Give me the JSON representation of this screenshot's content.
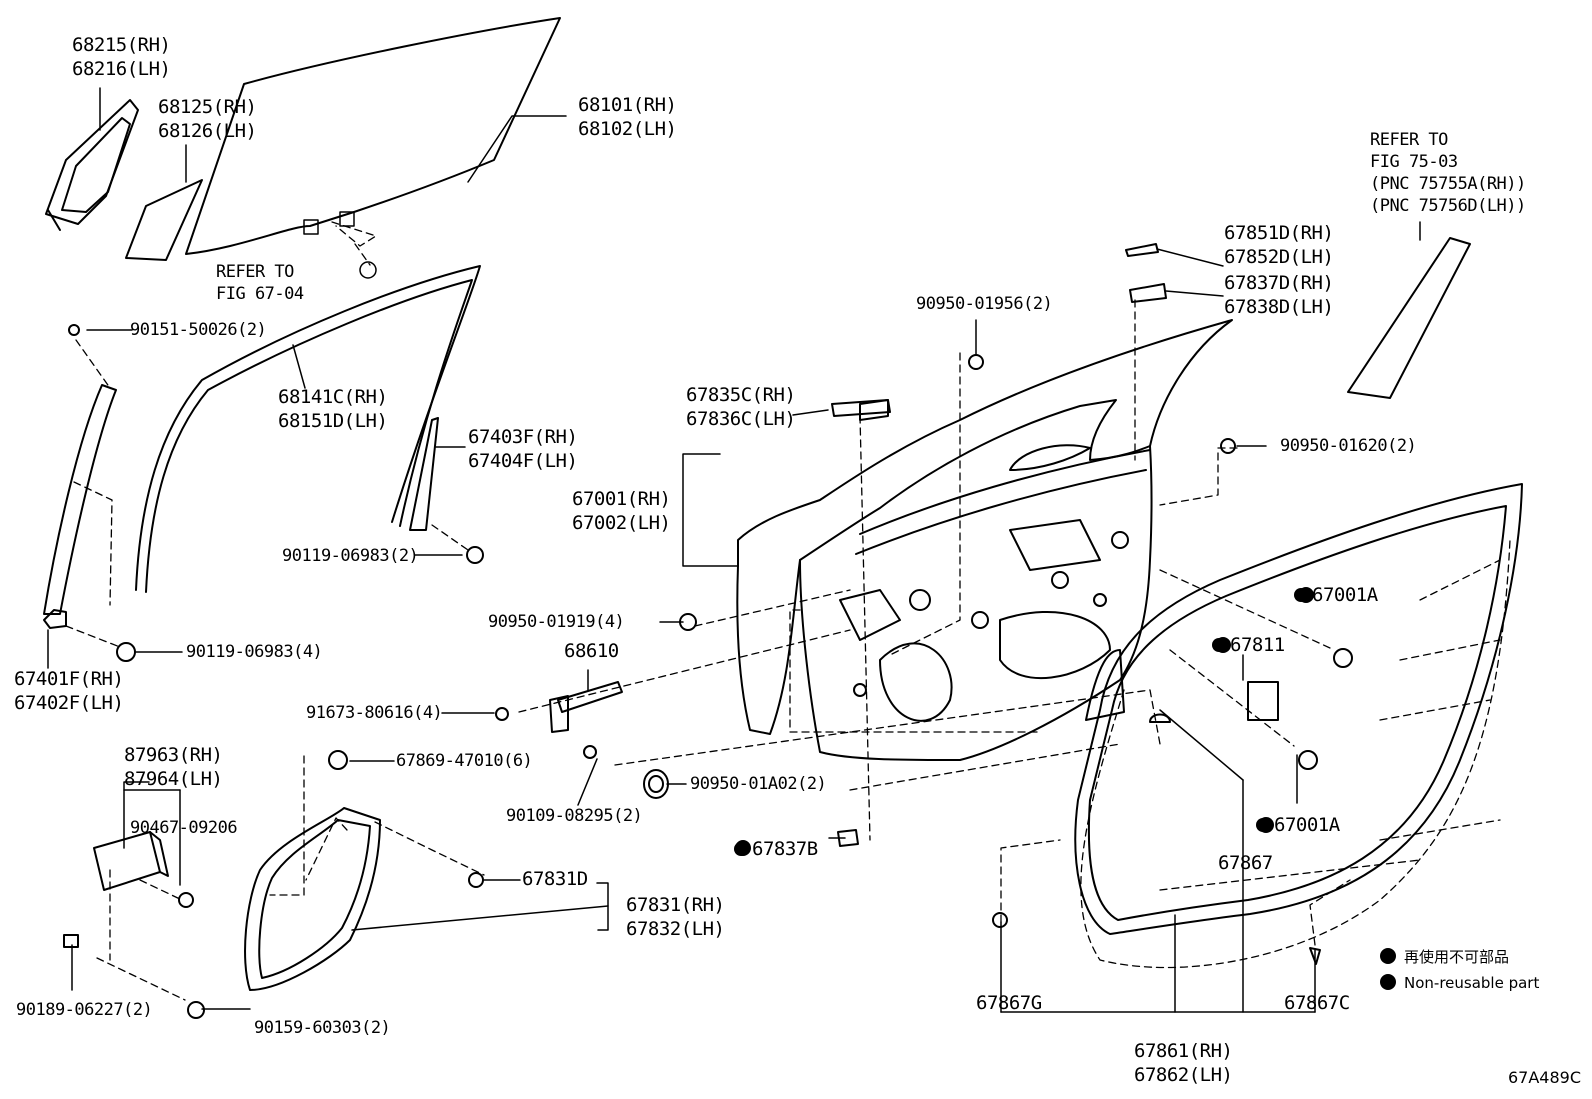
{
  "callouts": {
    "glass_rear_rh": "68215(RH)",
    "glass_rear_lh": "68216(LH)",
    "quarter_rh": "68125(RH)",
    "quarter_lh": "68126(LH)",
    "glass_rh": "68101(RH)",
    "glass_lh": "68102(LH)",
    "refer_fig_67_04_line1": "REFER TO",
    "refer_fig_67_04_line2": "FIG 67-04",
    "screw_90151": "90151-50026(2)",
    "frame_rh": "68141C(RH)",
    "frame_lh": "68151D(LH)",
    "run_rh": "67403F(RH)",
    "run_lh": "67404F(LH)",
    "bolt_90119_2": "90119-06983(2)",
    "bolt_90119_4": "90119-06983(4)",
    "channel_rh": "67401F(RH)",
    "channel_lh": "67402F(LH)",
    "plug_90950_01956": "90950-01956(2)",
    "pad_67835c": "67835C(RH)",
    "pad_67836c": "67836C(LH)",
    "panel_rh": "67001(RH)",
    "panel_lh": "67002(LH)",
    "plug_90950_01919": "90950-01919(4)",
    "check_68610": "68610",
    "bolt_91673": "91673-80616(4)",
    "clip_67869": "67869-47010(6)",
    "bolt_90109": "90109-08295(2)",
    "plug_90950_01a02": "90950-01A02(2)",
    "cushion_67837b": "67837B",
    "clip_67831d": "67831D",
    "cover_rh": "67831(RH)",
    "cover_lh": "67832(LH)",
    "ecu_rh": "87963(RH)",
    "ecu_lh": "87964(LH)",
    "screw_90467": "90467-09206",
    "clip_90189": "90189-06227(2)",
    "screw_90159": "90159-60303(2)",
    "seal_67851d": "67851D(RH)",
    "seal_67852d": "67852D(LH)",
    "pad_67837d": "67837D(RH)",
    "pad_67838d": "67838D(LH)",
    "refer_75_line1": "REFER TO",
    "refer_75_line2": "FIG 75-03",
    "refer_75_line3": "(PNC 75755A(RH))",
    "refer_75_line4": "(PNC 75756D(LH))",
    "plug_90950_01620": "90950-01620(2)",
    "hole_67001a_top": "67001A",
    "tape_67811": "67811",
    "hole_67001a_bottom": "67001A",
    "clip_67867": "67867",
    "clip_67867g": "67867G",
    "clip_67867c": "67867C",
    "weather_rh": "67861(RH)",
    "weather_lh": "67862(LH)"
  },
  "legend": {
    "item1": "再使用不可部品",
    "item2": "Non-reusable part"
  },
  "figure_id": "67A489C"
}
